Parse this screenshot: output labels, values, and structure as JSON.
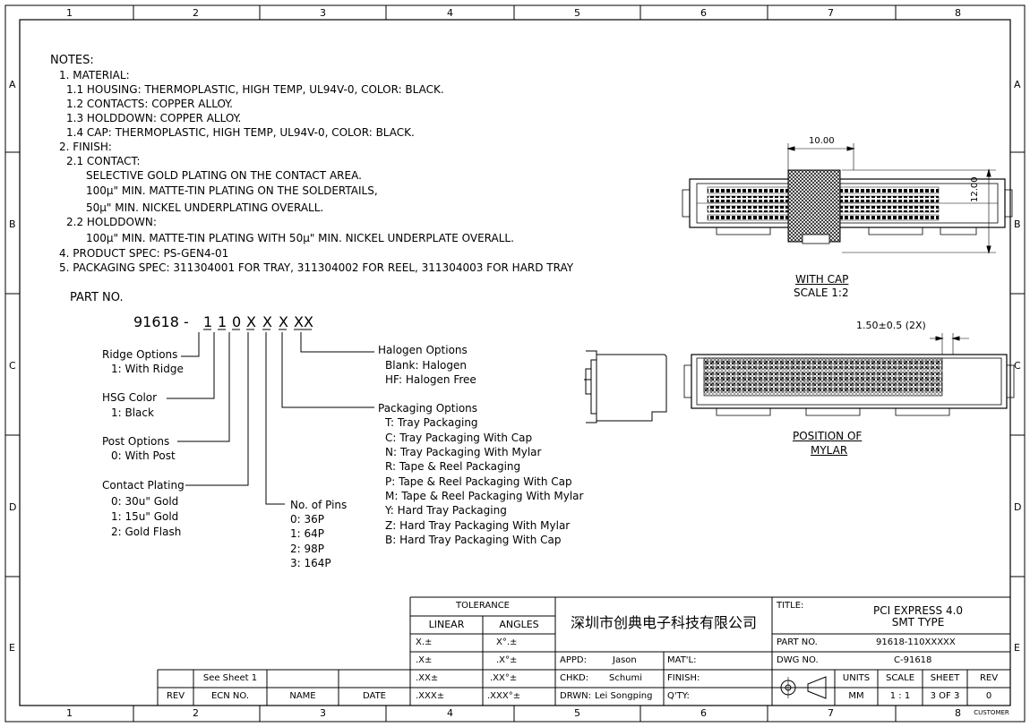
{
  "border": {
    "cols": [
      "1",
      "2",
      "3",
      "4",
      "5",
      "6",
      "7",
      "8"
    ],
    "rows": [
      "A",
      "B",
      "C",
      "D",
      "E"
    ]
  },
  "notes": {
    "heading": "NOTES:",
    "lines": [
      "1. MATERIAL:",
      "1.1 HOUSING: THERMOPLASTIC, HIGH TEMP, UL94V-0, COLOR: BLACK.",
      "1.2 CONTACTS: COPPER ALLOY.",
      "1.3 HOLDDOWN: COPPER ALLOY.",
      "1.4 CAP: THERMOPLASTIC, HIGH TEMP, UL94V-0, COLOR: BLACK.",
      "2. FINISH:",
      "2.1 CONTACT:",
      "SELECTIVE GOLD PLATING ON THE CONTACT AREA.",
      "100µ\" MIN. MATTE-TIN PLATING ON THE SOLDERTAILS,",
      "50µ\" MIN. NICKEL UNDERPLATING OVERALL.",
      "2.2 HOLDDOWN:",
      "100µ\" MIN. MATTE-TIN PLATING WITH 50µ\" MIN. NICKEL UNDERPLATE OVERALL.",
      "4. PRODUCT SPEC: PS-GEN4-01",
      "5. PACKAGING SPEC: 311304001 FOR TRAY, 311304002 FOR REEL, 311304003 FOR HARD TRAY"
    ]
  },
  "part_no": {
    "label": "PART NO.",
    "base": "91618 -",
    "chars": [
      "1",
      "1",
      "0",
      "X",
      "X",
      "X",
      "XX"
    ],
    "ridge": {
      "title": "Ridge Options",
      "opts": [
        "1: With Ridge"
      ]
    },
    "hsg": {
      "title": "HSG Color",
      "opts": [
        "1: Black"
      ]
    },
    "post": {
      "title": "Post Options",
      "opts": [
        "0: With Post"
      ]
    },
    "plating": {
      "title": "Contact Plating",
      "opts": [
        "0: 30u\" Gold",
        "1: 15u\" Gold",
        "2: Gold Flash"
      ]
    },
    "pins": {
      "title": "No. of Pins",
      "opts": [
        "0: 36P",
        "1: 64P",
        "2: 98P",
        "3: 164P"
      ]
    },
    "packaging": {
      "title": "Packaging Options",
      "opts": [
        "T: Tray Packaging",
        "C: Tray Packaging With Cap",
        "N: Tray Packaging With Mylar",
        "R: Tape & Reel Packaging",
        "P: Tape & Reel Packaging With Cap",
        "M: Tape & Reel Packaging With Mylar",
        "Y: Hard Tray Packaging",
        "Z: Hard Tray Packaging With Mylar",
        "B: Hard Tray Packaging With Cap"
      ]
    },
    "halogen": {
      "title": "Halogen Options",
      "opts": [
        "Blank: Halogen",
        "HF: Halogen Free"
      ]
    }
  },
  "views": {
    "cap_width": "10.00",
    "cap_height": "12.00",
    "with_cap": "WITH CAP",
    "scale": "SCALE 1:2",
    "mylar_dim": "1.50±0.5 (2X)",
    "position_of": "POSITION OF",
    "mylar": "MYLAR"
  },
  "title_block": {
    "tolerance": "TOLERANCE",
    "linear": "LINEAR",
    "angles": "ANGLES",
    "tol_rows": [
      [
        "X.±",
        "X°.±"
      ],
      [
        ".X±",
        ".X°±"
      ],
      [
        ".XX±",
        ".XX°±"
      ],
      [
        ".XXX±",
        ".XXX°±"
      ]
    ],
    "company": "深圳市创典电子科技有限公司",
    "appd_label": "APPD:",
    "appd": "Jason",
    "chkd_label": "CHKD:",
    "chkd": "Schumi",
    "drwn_label": "DRWN:",
    "drwn": "Lei Songping",
    "matl_label": "MAT'L:",
    "finish_label": "FINISH:",
    "qty_label": "Q'TY:",
    "title_label": "TITLE:",
    "title1": "PCI EXPRESS 4.0",
    "title2": "SMT TYPE",
    "partno_label": "PART NO.",
    "partno": "91618-110XXXXX",
    "dwgno_label": "DWG NO.",
    "dwgno": "C-91618",
    "units_label": "UNITS",
    "units": "MM",
    "scale_label": "SCALE",
    "scale": "1 : 1",
    "sheet_label": "SHEET",
    "sheet": "3 OF 3",
    "rev_label": "REV",
    "rev": "0",
    "customer": "CUSTOMER",
    "see_sheet": "See Sheet 1",
    "rev_head": "REV",
    "ecn_head": "ECN NO.",
    "name_head": "NAME",
    "date_head": "DATE"
  }
}
